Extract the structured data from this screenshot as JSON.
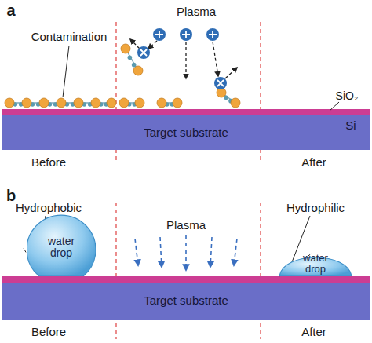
{
  "diagram": {
    "nodes": [
      {
        "text": [
          "Target substrate",
          "Si"
        ]
      },
      {
        "text": [
          "Target substrate"
        ]
      },
      {
        "text": [
          "water drop"
        ]
      },
      {
        "text": [
          "water drop"
        ]
      }
    ],
    "labels": [
      "a",
      "Plasma",
      "Contamination",
      "SiO₂",
      "Before",
      "After",
      "b",
      "Plasma",
      "Hydrophobic",
      "Hydrophilic",
      "Before",
      "After"
    ]
  }
}
